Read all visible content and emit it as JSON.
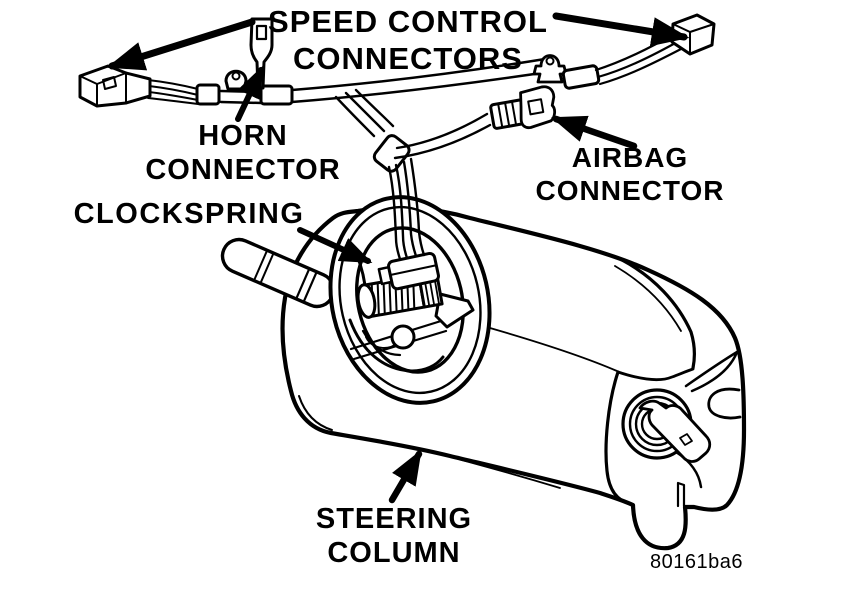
{
  "figure": {
    "labels": {
      "speed_control": {
        "line1": "SPEED CONTROL",
        "line2": "CONNECTORS"
      },
      "horn": {
        "line1": "HORN",
        "line2": "CONNECTOR"
      },
      "clockspring": {
        "line1": "CLOCKSPRING"
      },
      "airbag": {
        "line1": "AIRBAG",
        "line2": "CONNECTOR"
      },
      "steering_column": {
        "line1": "STEERING",
        "line2": "COLUMN"
      },
      "figure_code": "80161ba6"
    },
    "colors": {
      "ink": "#000000",
      "paper": "#ffffff"
    }
  }
}
